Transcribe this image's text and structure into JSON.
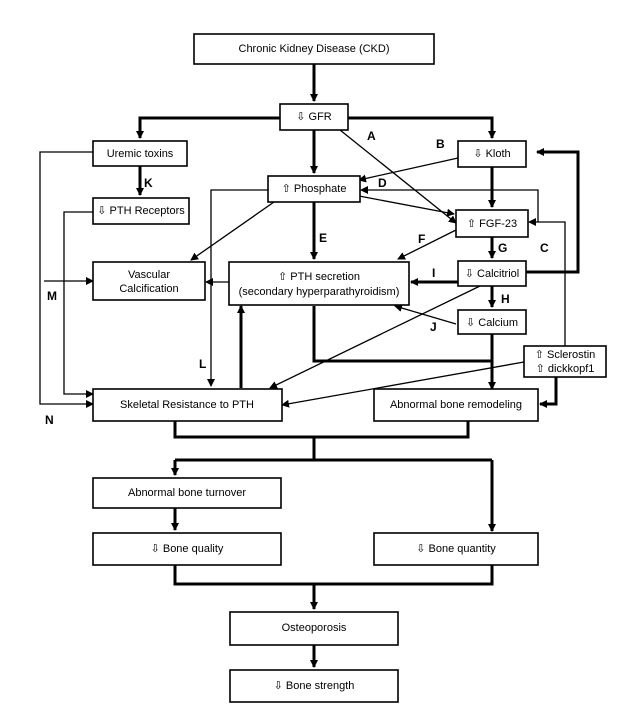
{
  "boxes": {
    "ckd": "Chronic Kidney Disease (CKD)",
    "gfr": "⇩ GFR",
    "uremic": "Uremic toxins",
    "kloth": "⇩ Kloth",
    "phosphate": "⇧ Phosphate",
    "pth_receptors": "⇩ PTH Receptors",
    "fgf23": "⇧ FGF-23",
    "vascular_1": "Vascular",
    "vascular_2": "Calcification",
    "pth_secretion_1": "⇧ PTH secretion",
    "pth_secretion_2": "(secondary hyperparathyroidism)",
    "calcitriol": "⇩ Calcitriol",
    "calcium": "⇩ Calcium",
    "sclerostin_1": "⇧ Sclerostin",
    "sclerostin_2": "⇧ dickkopf1",
    "skeletal": "Skeletal Resistance to PTH",
    "abnormal_remodeling": "Abnormal bone remodeling",
    "abnormal_turnover": "Abnormal bone turnover",
    "bone_quality": "⇩ Bone quality",
    "bone_quantity": "⇩ Bone quantity",
    "osteoporosis": "Osteoporosis",
    "bone_strength": "⇩ Bone strength"
  },
  "letters": {
    "A": "A",
    "B": "B",
    "C": "C",
    "D": "D",
    "E": "E",
    "F": "F",
    "G": "G",
    "H": "H",
    "I": "I",
    "J": "J",
    "K": "K",
    "L": "L",
    "M": "M",
    "N": "N"
  }
}
